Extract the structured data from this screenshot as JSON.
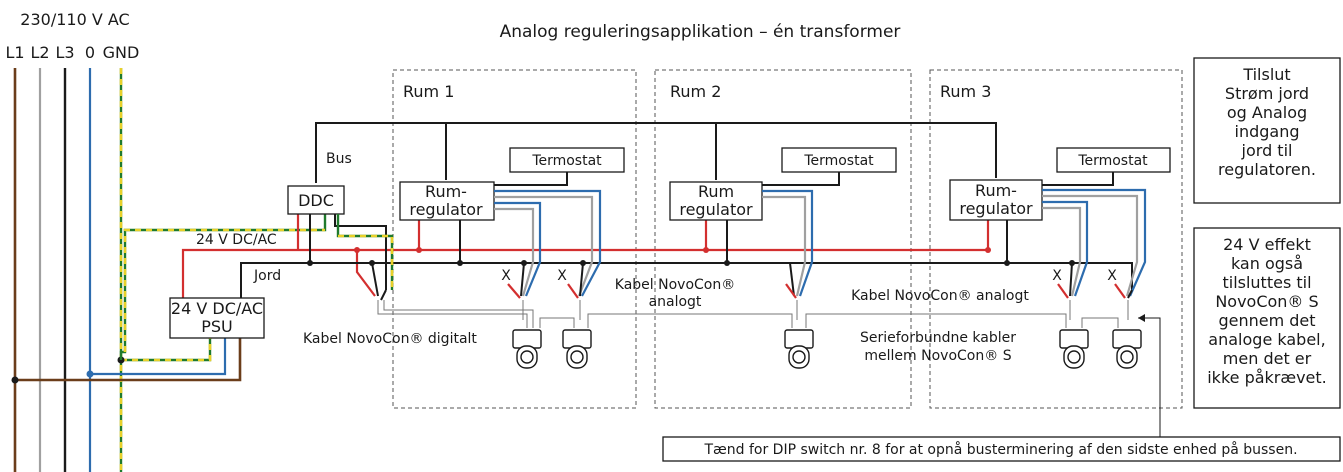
{
  "title": "Analog reguleringsapplikation – én transformer",
  "supply": {
    "voltage": "230/110 V AC",
    "phases": [
      "L1",
      "L2",
      "L3",
      "0",
      "GND"
    ]
  },
  "rooms": [
    {
      "label": "Rum 1",
      "regulator": "Rum-\nregulator",
      "thermostat": "Termostat"
    },
    {
      "label": "Rum 2",
      "regulator": "Rum\nregulator",
      "thermostat": "Termostat"
    },
    {
      "label": "Rum 3",
      "regulator": "Rum-\nregulator",
      "thermostat": "Termostat"
    }
  ],
  "labels": {
    "bus": "Bus",
    "ddc": "DDC",
    "dc_ac": "24 V DC/AC",
    "jord": "Jord",
    "psu_line1": "24 V DC/AC",
    "psu_line2": "PSU",
    "kabel_digital": "Kabel NovoCon® digitalt",
    "kabel_analog_1": "Kabel NovoCon®",
    "kabel_analog_2": "analogt",
    "kabel_analog_right": "Kabel NovoCon® analogt",
    "serie_1": "Serieforbundne kabler",
    "serie_2": "mellem NovoCon® S",
    "x_mark": "X"
  },
  "note_top": [
    "Tilslut",
    "Strøm jord",
    "og Analog",
    "indgang",
    "jord til",
    "regulatoren."
  ],
  "note_mid": [
    "24 V effekt",
    "kan også",
    "tilsluttes til",
    "NovoCon® S",
    "gennem det",
    "analoge kabel,",
    "men det er",
    "ikke påkrævet."
  ],
  "note_bottom": "Tænd for DIP switch nr. 8 for at opnå busterminering af den sidste enhed på bussen."
}
